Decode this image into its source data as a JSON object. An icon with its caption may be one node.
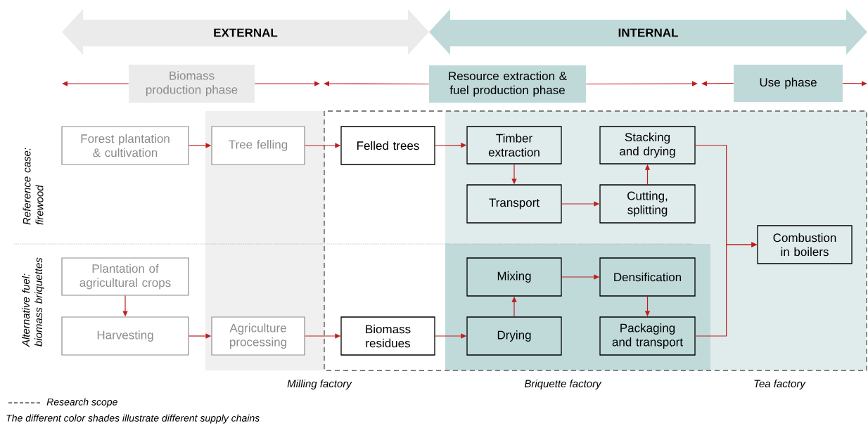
{
  "diagram": {
    "nodes": [
      {
        "text": [
          "EXTERNAL"
        ]
      },
      {
        "text": [
          "INTERNAL"
        ]
      },
      {
        "text": [
          "Biomass production phase"
        ]
      },
      {
        "text": [
          "Resource extraction & fuel production phase"
        ]
      },
      {
        "text": [
          "Use phase"
        ]
      },
      {
        "text": [
          "Forest plantation & cultivation"
        ]
      },
      {
        "text": [
          "Tree felling"
        ]
      },
      {
        "text": [
          "Felled trees"
        ]
      },
      {
        "text": [
          "Timber extraction"
        ]
      },
      {
        "text": [
          "Stacking and drying"
        ]
      },
      {
        "text": [
          "Transport"
        ]
      },
      {
        "text": [
          "Cutting, splitting"
        ]
      },
      {
        "text": [
          "Combustion in boilers"
        ]
      },
      {
        "text": [
          "Plantation of agricultural crops"
        ]
      },
      {
        "text": [
          "Mixing"
        ]
      },
      {
        "text": [
          "Densification"
        ]
      },
      {
        "text": [
          "Harvesting"
        ]
      },
      {
        "text": [
          "Agriculture processing"
        ]
      },
      {
        "text": [
          "Biomass residues"
        ]
      },
      {
        "text": [
          "Drying"
        ]
      },
      {
        "text": [
          "Packaging and transport"
        ]
      }
    ],
    "edges": [
      {
        "from": 2,
        "to": null,
        "arrow": "to"
      },
      {
        "from": 2,
        "to": null,
        "arrow": "to"
      },
      {
        "from": 3,
        "to": null,
        "arrow": "to"
      },
      {
        "from": 3,
        "to": null,
        "arrow": "to"
      },
      {
        "from": 4,
        "to": null,
        "arrow": "to"
      },
      {
        "from": 4,
        "to": null,
        "arrow": "to"
      },
      {
        "from": 5,
        "to": 6,
        "arrow": "to"
      },
      {
        "from": 6,
        "to": 7,
        "arrow": "to"
      },
      {
        "from": 7,
        "to": 8,
        "arrow": "to"
      },
      {
        "from": 8,
        "to": 10,
        "arrow": "to"
      },
      {
        "from": 10,
        "to": 11,
        "arrow": "to"
      },
      {
        "from": 11,
        "to": 9,
        "arrow": "to"
      },
      {
        "from": 9,
        "to": 12,
        "arrow": "to"
      },
      {
        "from": 13,
        "to": 16,
        "arrow": "to"
      },
      {
        "from": 16,
        "to": 17,
        "arrow": "to"
      },
      {
        "from": 17,
        "to": 18,
        "arrow": "to"
      },
      {
        "from": 18,
        "to": 19,
        "arrow": "to"
      },
      {
        "from": 19,
        "to": 14,
        "arrow": "to"
      },
      {
        "from": 14,
        "to": 15,
        "arrow": "to"
      },
      {
        "from": 15,
        "to": 20,
        "arrow": "to"
      },
      {
        "from": 20,
        "to": 12,
        "arrow": "to"
      }
    ],
    "labels": [
      "Reference case: firewood",
      "Alternative fuel: biomass briquettes",
      "Milling factory",
      "Briquette factory",
      "Tea factory",
      "The different color shades illustrate different supply chains"
    ],
    "legend": [
      {
        "text": "Research scope"
      }
    ]
  }
}
